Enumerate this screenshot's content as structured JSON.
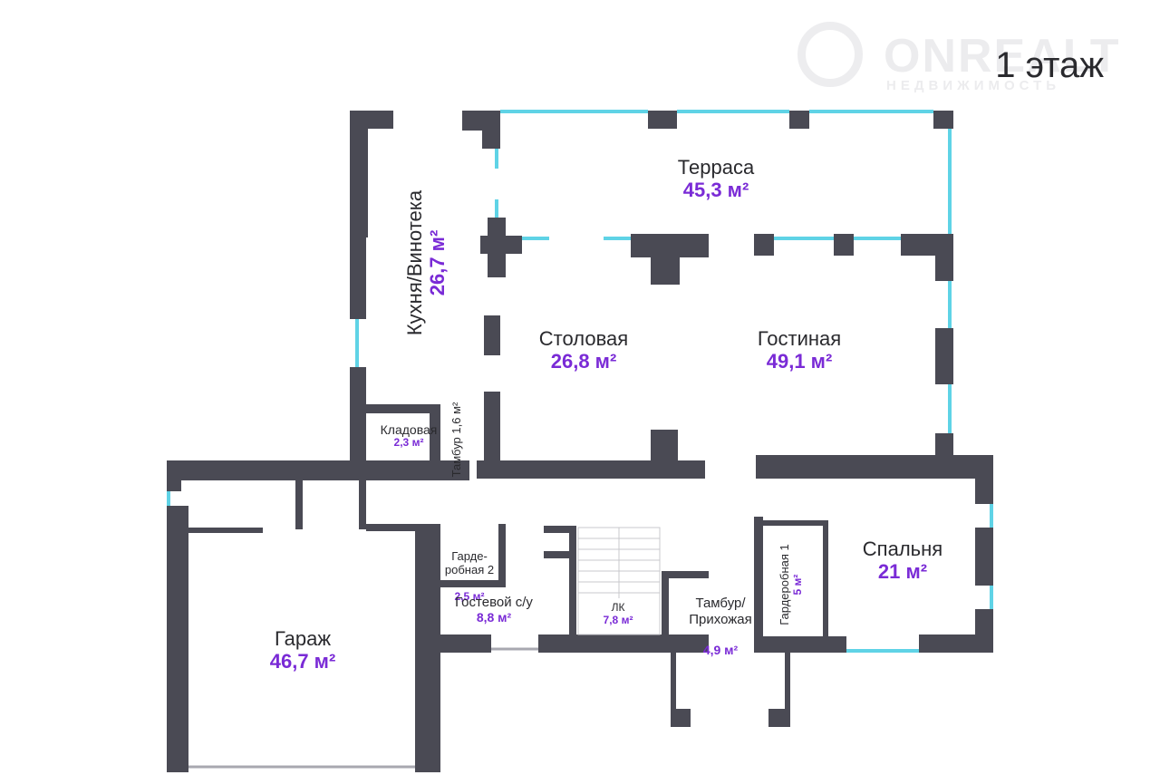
{
  "watermark": {
    "brand": "ONREALT",
    "subtitle": "НЕДВИЖИМОСТЬ"
  },
  "floor_label": "1 этаж",
  "colors": {
    "wall": "#4a4a54",
    "window": "#5fd3e6",
    "area_text": "#7a2bd6",
    "text": "#2a2a2e"
  },
  "rooms": {
    "terrace": {
      "name": "Терраса",
      "area": "45,3 м²"
    },
    "kitchen": {
      "name": "Кухня/Винотека",
      "area": "26,7 м²"
    },
    "dining": {
      "name": "Столовая",
      "area": "26,8 м²"
    },
    "living": {
      "name": "Гостиная",
      "area": "49,1 м²"
    },
    "pantry": {
      "name": "Кладовая",
      "area": "2,3 м²"
    },
    "vestibule": {
      "name": "Тамбур 1,6 м²"
    },
    "wardrobe2": {
      "name": "Гарде-\nробная 2",
      "area": "2,5 м²"
    },
    "guest_wc": {
      "name": "Гостевой с/у",
      "area": "8,8 м²"
    },
    "stairs": {
      "name": "ЛК",
      "area": "7,8 м²"
    },
    "hall": {
      "name": "Тамбур/\nПрихожая",
      "area": "4,9 м²"
    },
    "wardrobe1": {
      "name": "Гардеробная 1",
      "area": "5 м²"
    },
    "bedroom": {
      "name": "Спальня",
      "area": "21 м²"
    },
    "garage": {
      "name": "Гараж",
      "area": "46,7 м²"
    }
  }
}
